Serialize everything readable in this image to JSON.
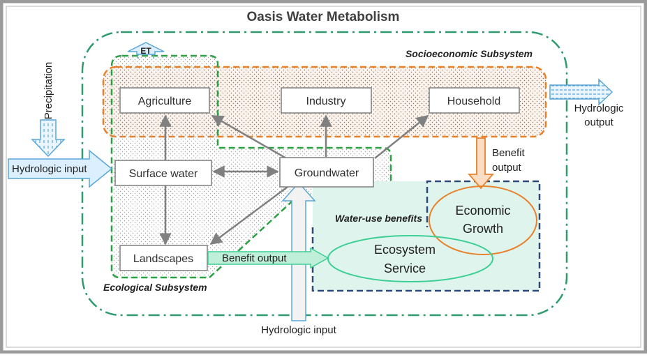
{
  "title": "Oasis Water Metabolism",
  "subsystems": {
    "socioeconomic": "Socioeconomic Subsystem",
    "ecological": "Ecological Subsystem",
    "water_use": "Water-use benefits"
  },
  "nodes": {
    "agriculture": "Agriculture",
    "industry": "Industry",
    "household": "Household",
    "surface_water": "Surface water",
    "groundwater": "Groundwater",
    "landscapes": "Landscapes"
  },
  "outcomes": {
    "economic_line1": "Economic",
    "economic_line2": "Growth",
    "ecosystem_line1": "Ecosystem",
    "ecosystem_line2": "Service"
  },
  "flows": {
    "et": "ET",
    "precipitation": "Precipitation",
    "hydrologic_input_left": "Hydrologic input",
    "hydrologic_input_bottom": "Hydrologic input",
    "hydrologic_output_line1": "Hydrologic",
    "hydrologic_output_line2": "output",
    "benefit_output_line1": "Benefit",
    "benefit_output_line2": "output",
    "benefit_output_horizontal": "Benefit output"
  },
  "colors": {
    "border": "#9a9a9a",
    "outer_boundary": "#2e9a6e",
    "socioeconomic": "#e8822a",
    "ecological": "#2aa043",
    "water_use_box": "#2e4a7a",
    "water_use_fill": "#dff4ec",
    "economic_ellipse": "#e8822a",
    "ecosystem_ellipse": "#3ccf95",
    "node_border": "#7f7f7f",
    "arrow_gray": "#808080",
    "arrow_blue": "#5aa6d8",
    "arrow_light_blue_fill": "#dcefff"
  }
}
